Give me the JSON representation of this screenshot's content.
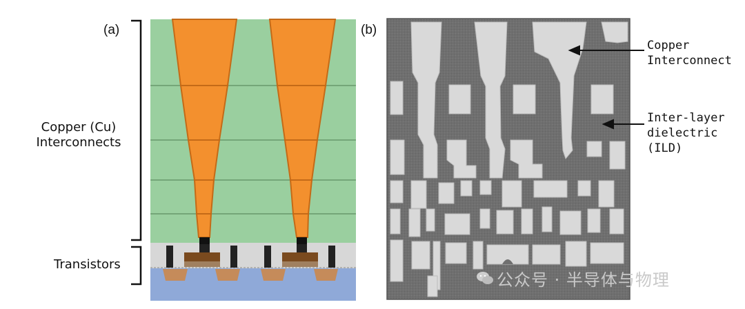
{
  "panel_a": {
    "label": "(a)",
    "bracket_upper_label_line1": "Copper (Cu)",
    "bracket_upper_label_line2": "Interconnects",
    "bracket_lower_label": "Transistors"
  },
  "panel_b": {
    "label": "(b)",
    "annotation_1_line1": "Copper",
    "annotation_1_line2": "Interconnect",
    "annotation_2_line1": "Inter-layer",
    "annotation_2_line2": "dielectric",
    "annotation_2_line3": "(ILD)"
  },
  "watermark": {
    "text": "公众号 · 半导体与物理"
  },
  "colors": {
    "ild_green": "#9acf9f",
    "copper_orange": "#f3902e",
    "copper_outline": "#c46a17",
    "substrate_blue": "#8fa9d8",
    "transistor_gray": "#d7d7d7",
    "gate_brown": "#8a5a2a",
    "sem_gray": "#707070"
  }
}
